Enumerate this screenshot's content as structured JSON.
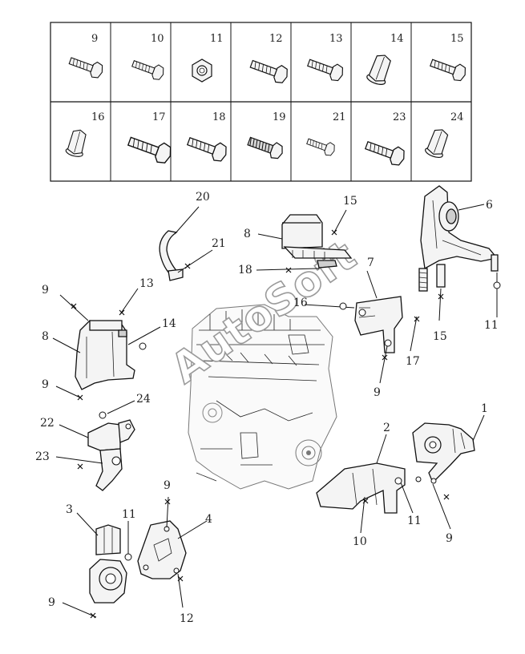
{
  "hardware_table": {
    "row1": [
      "9",
      "10",
      "11",
      "12",
      "13",
      "14",
      "15"
    ],
    "row2": [
      "16",
      "17",
      "18",
      "19",
      "21",
      "23",
      "24"
    ]
  },
  "callouts": {
    "c20": "20",
    "c21": "21",
    "c15a": "15",
    "c8a": "8",
    "c18": "18",
    "c6a": "6",
    "c15b": "15",
    "c11a": "11",
    "c7": "7",
    "c16": "16",
    "c17": "17",
    "c9a": "9",
    "c9b": "9",
    "c13": "13",
    "c8b": "8",
    "c14": "14",
    "c9c": "9",
    "c24": "24",
    "c22": "22",
    "c23": "23",
    "c2": "2",
    "c1": "1",
    "c11b": "11",
    "c10": "10",
    "c9d": "9",
    "c3": "3",
    "c11c": "11",
    "c9e": "9",
    "c4": "4",
    "c9f": "9",
    "c12": "12"
  },
  "watermark": "AutoSoft"
}
